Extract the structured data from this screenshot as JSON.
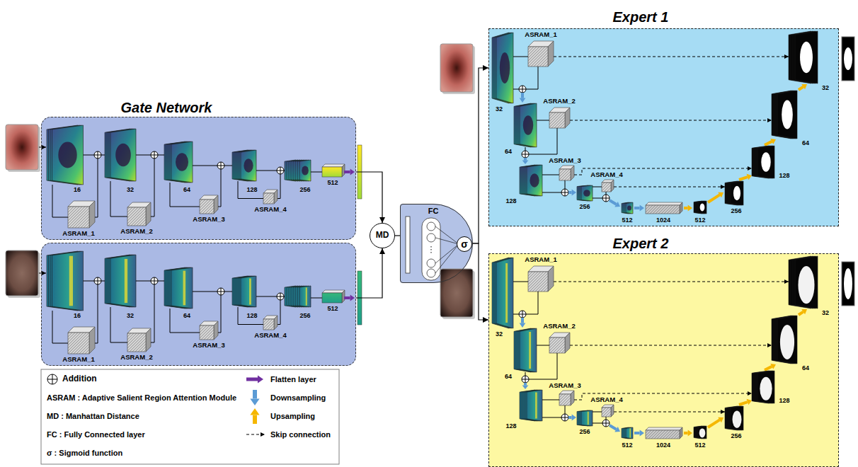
{
  "diagram": {
    "nodes": [
      {
        "text": [
          "Gate Network",
          "16",
          "32",
          "64",
          "128",
          "256",
          "512",
          "ASRAM_1",
          "ASRAM_2",
          "ASRAM_3",
          "ASRAM_4"
        ]
      },
      {
        "text": [
          "16",
          "32",
          "64",
          "128",
          "256",
          "512",
          "ASRAM_1",
          "ASRAM_2",
          "ASRAM_3",
          "ASRAM_4"
        ]
      },
      {
        "text": [
          "MD"
        ]
      },
      {
        "text": [
          "FC"
        ]
      },
      {
        "text": [
          "σ"
        ],
        "in": 3
      },
      {
        "text": [
          "Expert 1",
          "ASRAM_1",
          "ASRAM_2",
          "ASRAM_3",
          "ASRAM_4",
          "32",
          "64",
          "128",
          "256",
          "512",
          "1024",
          "512",
          "256",
          "128",
          "64",
          "32"
        ]
      },
      {
        "text": [
          "Expert 2",
          "ASRAM_1",
          "ASRAM_2",
          "ASRAM_3",
          "ASRAM_4",
          "32",
          "64",
          "128",
          "256",
          "512",
          "1024",
          "512",
          "256",
          "128",
          "64",
          "32"
        ]
      }
    ],
    "edges": [
      {
        "from": 0,
        "to": 2,
        "arrow": "to"
      },
      {
        "from": 1,
        "to": 2,
        "arrow": "to"
      },
      {
        "from": 2,
        "to": 3,
        "arrow": "none"
      },
      {
        "from": 3,
        "to": 5,
        "arrow": "to"
      },
      {
        "from": 3,
        "to": 6,
        "arrow": "to"
      }
    ],
    "legend": [
      {
        "text": "Addition"
      },
      {
        "text": "ASRAM : Adaptive Salient Region Attention Module"
      },
      {
        "text": "MD : Manhattan Distance"
      },
      {
        "text": "FC : Fully Connected layer"
      },
      {
        "text": "σ : Sigmoid function"
      },
      {
        "text": "Flatten layer"
      },
      {
        "text": "Downsampling"
      },
      {
        "text": "Upsampling"
      },
      {
        "text": "Skip connection"
      }
    ]
  }
}
